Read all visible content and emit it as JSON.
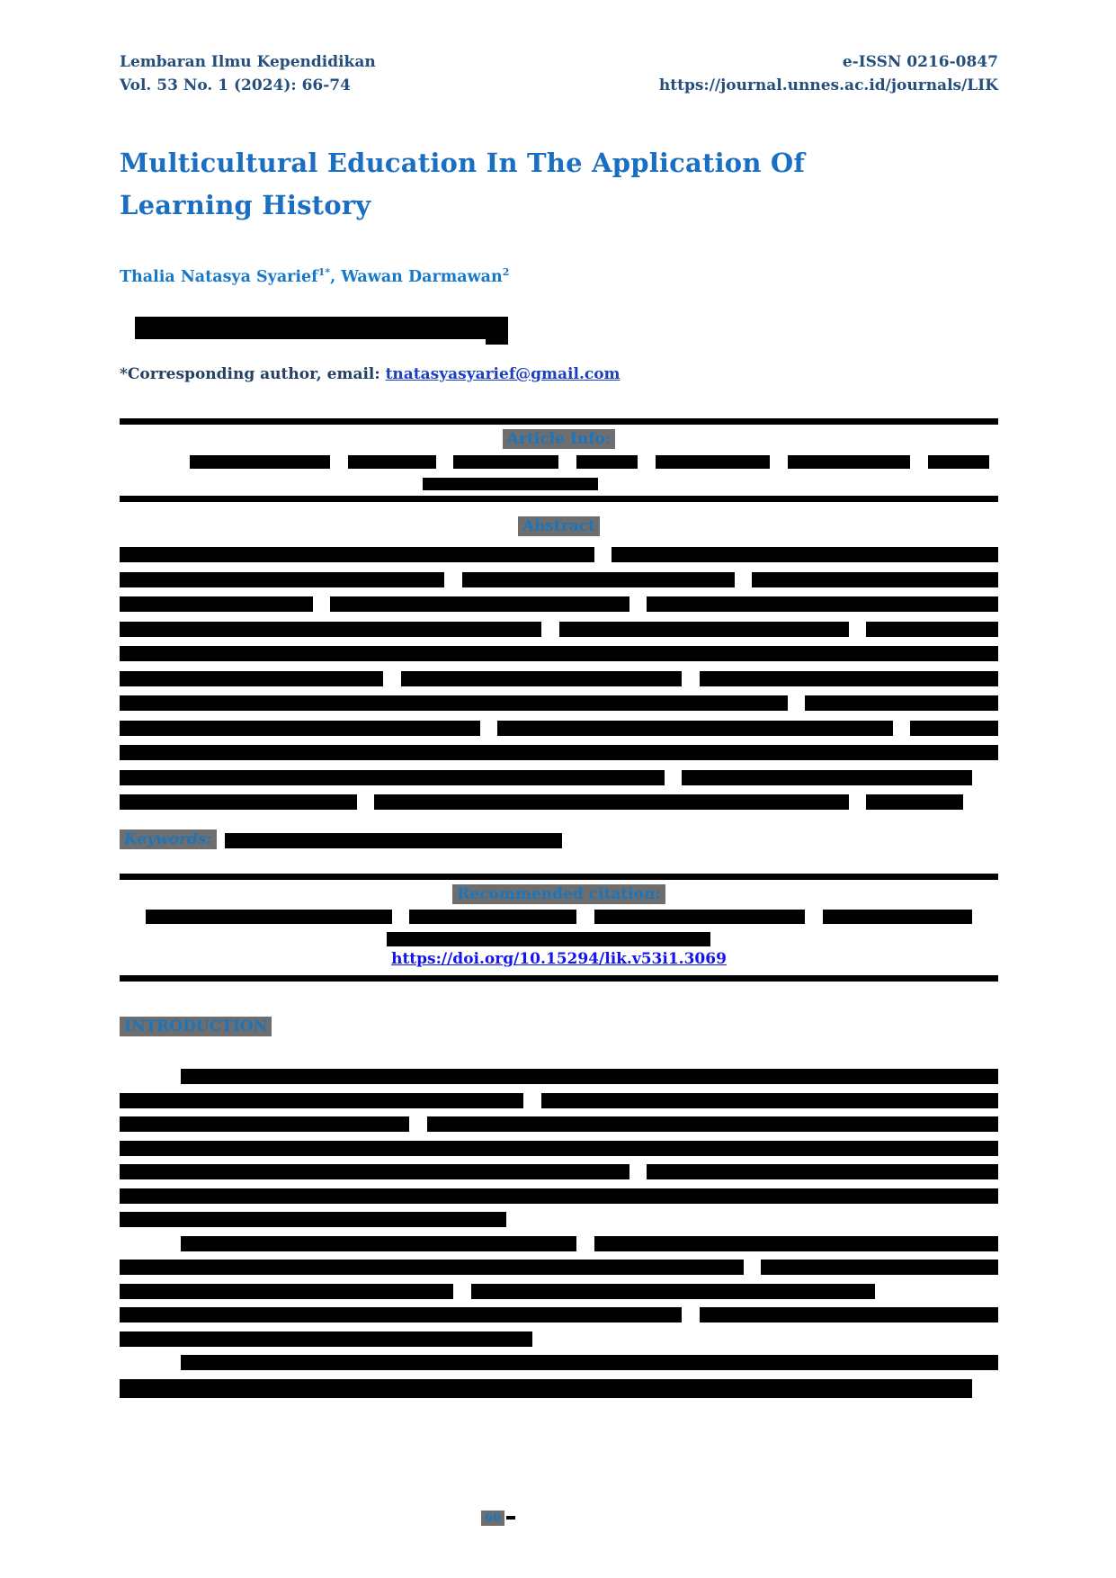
{
  "journal": {
    "name_line": "Lembaran Ilmu Kependidikan",
    "volume_line": "Vol. 53 No. 1 (2024): 66-74",
    "issn_line": "e-ISSN 0216-0847",
    "url_line": "https://journal.unnes.ac.id/journals/LIK"
  },
  "article": {
    "title": "Multicultural Education In The Application Of Learning History",
    "author1": "Thalia Natasya Syarief",
    "author1_sup": "1*",
    "author_separator": ", ",
    "author2": "Wawan Darmawan",
    "author2_sup": "2"
  },
  "correspondence": {
    "label": "*Corresponding author, email: ",
    "email": "tnatasyasyarief@gmail.com"
  },
  "section_labels": {
    "article_info": "Article Info:",
    "abstract": "Abstract",
    "keywords": "Keywords:",
    "recommended_citation": "Recommended citation:",
    "introduction": "INTRODUCTION"
  },
  "doi_link": "https://doi.org/10.15294/lik.v53i1.3069",
  "page_number": "66",
  "colors": {
    "header_blue": "#254e7c",
    "title_blue": "#1b6fc2",
    "label_blue": "#1b75bc",
    "label_highlight_gray": "#6e6e6e",
    "email_link_blue": "#1b3fc4",
    "doi_link_blue": "#1414ee",
    "redaction_black": "#000000"
  }
}
